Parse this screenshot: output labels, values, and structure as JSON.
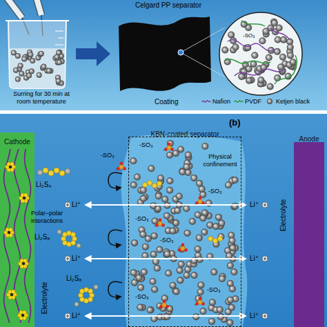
{
  "diagram": {
    "nodes": [
      {
        "text": [
          "Cathode"
        ]
      },
      {
        "text": [
          "KBN-coated separator"
        ]
      },
      {
        "text": [
          "Anode"
        ]
      }
    ],
    "labels": [
      "Celgard PP separator",
      "Surring for 30 min at room temperature",
      "Coating",
      "-SO₃",
      "(b)",
      "Physical confinement",
      "-SO₃",
      "-SO₃",
      "Li₂S₄",
      "Polar–polar interactions",
      "Li₂S₈",
      "Li₂S₈",
      "-SO₃",
      "-SO₃",
      "-SO₃",
      "-SO₃",
      "-SO₃",
      "Li⁺",
      "Li⁺",
      "Li⁺",
      "Li⁺",
      "Li⁺",
      "Li⁺",
      "Electrolyte",
      "Electrolyte"
    ],
    "legend": [
      {
        "text": "Nafion"
      },
      {
        "text": "PVDF"
      },
      {
        "text": "Ketjen black"
      }
    ]
  }
}
